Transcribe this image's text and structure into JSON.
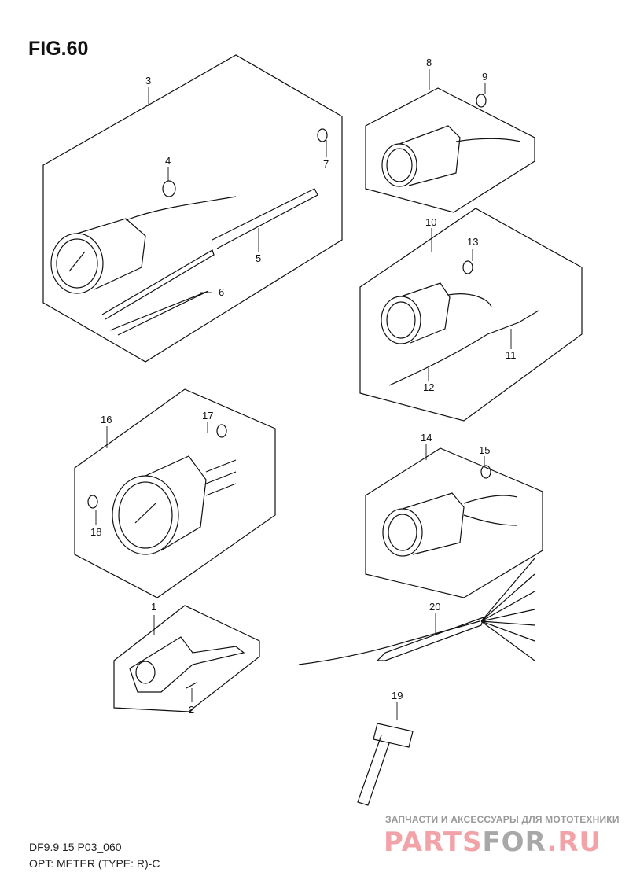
{
  "title": "FIG.60",
  "callouts": [
    "1",
    "2",
    "3",
    "4",
    "5",
    "6",
    "7",
    "8",
    "9",
    "10",
    "11",
    "12",
    "13",
    "14",
    "15",
    "16",
    "17",
    "18",
    "19",
    "20"
  ],
  "caption": {
    "line1": "DF9.9 15 P03_060",
    "line2": "OPT: METER (TYPE: R)-C"
  },
  "watermark": {
    "tagline": "ЗАПЧАСТИ И АКСЕССУАРЫ ДЛЯ МОТОТЕХНИКИ",
    "brand_part1": "PARTS",
    "brand_part2": "FOR",
    "brand_part3": ".RU",
    "colors": {
      "pink": "#f2a3a8",
      "gray": "#a8a8a8"
    }
  }
}
